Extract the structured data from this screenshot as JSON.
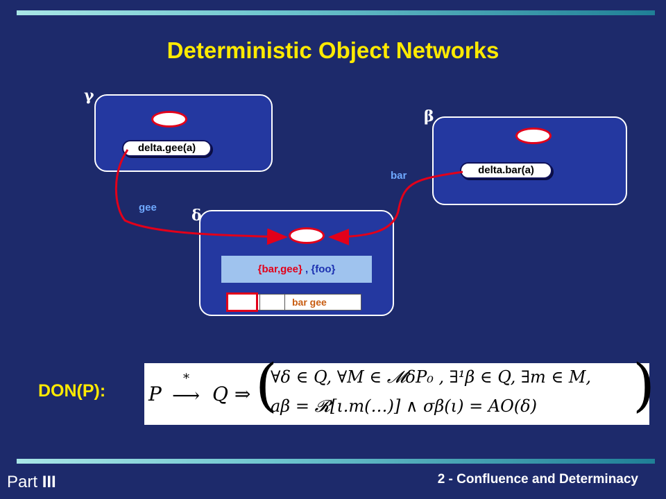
{
  "slide": {
    "title": "Deterministic Object Networks",
    "accent_color": "#ffea00",
    "background_color": "#1d2a6b",
    "footer_left_prefix": "Part ",
    "footer_left_number": "III",
    "footer_right": "2 - Confluence and Determinacy"
  },
  "diagram": {
    "objects": [
      {
        "greek": "γ",
        "call": "delta.gee(a)"
      },
      {
        "greek": "β",
        "call": "delta.bar(a)"
      },
      {
        "greek": "δ"
      }
    ],
    "edges": [
      {
        "label": "gee"
      },
      {
        "label": "bar"
      }
    ],
    "delta_sets": {
      "first": "{bar,gee}",
      "separator": " , ",
      "second": "{foo}"
    },
    "queue_text": "bar gee"
  },
  "don": {
    "label": "DON(P):",
    "formula_lhs": "P",
    "formula_star": "*",
    "formula_line1": "∀δ ∈ Q,  ∀M ∈ 𝓜δP₀ ,  ∃¹β ∈ Q,  ∃m ∈ M,",
    "formula_line2": "aβ = 𝓡[ι.m(…)] ∧ σβ(ι) = AO(δ)"
  }
}
